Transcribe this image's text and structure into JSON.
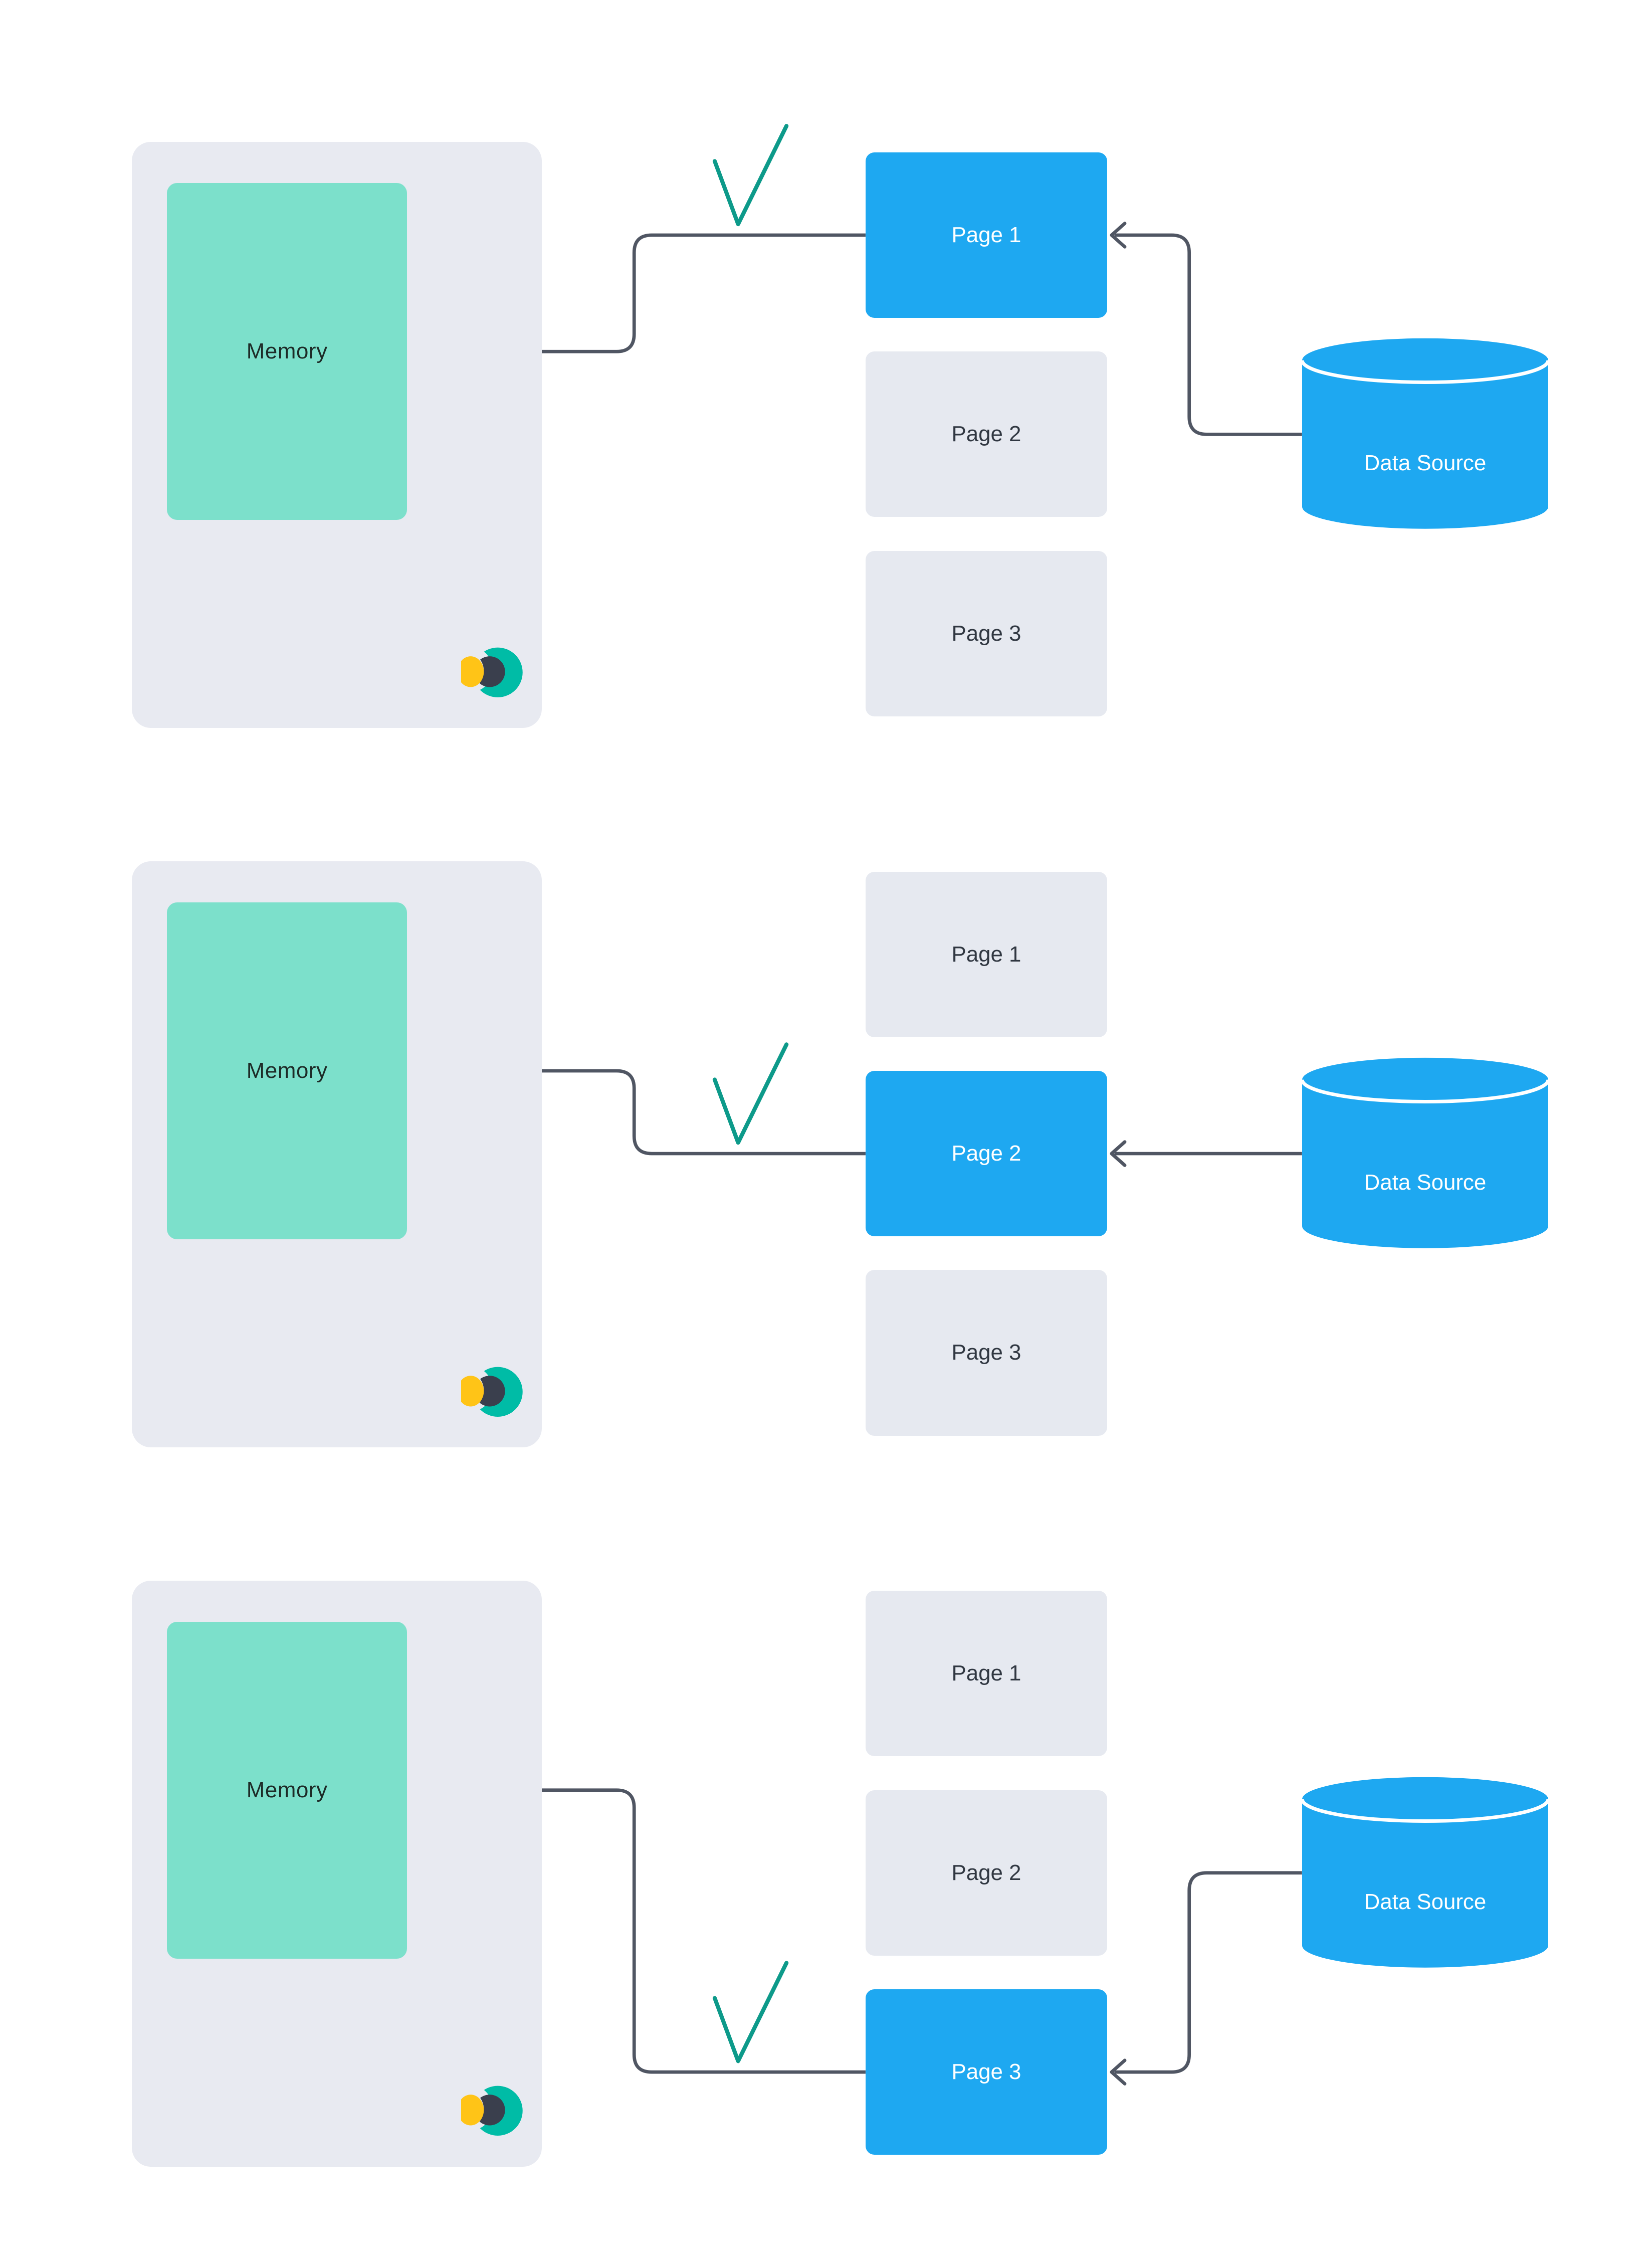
{
  "colors": {
    "canvas-bg": "#FFFFFF",
    "panel-bg": "#E8EAF1",
    "memory-fill": "#7CE0CB",
    "memory-text": "#1D2B27",
    "page-bg": "#E6E9F0",
    "page-text": "#303741",
    "accent-blue": "#1EA8F1",
    "text-light": "#FFFFFF",
    "arrow": "#505663",
    "check": "#0D9A8A",
    "logo-teal": "#00BCA6",
    "logo-dark": "#3A3F4D",
    "logo-yellow": "#FFC417"
  },
  "icons": {
    "logo": "crescent-eclipse-logo-icon",
    "data_source": "database-cylinder-icon",
    "loaded": "checkmark-icon",
    "flow": "arrow-left-icon"
  },
  "panels": [
    {
      "memory_label": "Memory",
      "pages": [
        "Page 1",
        "Page 2",
        "Page 3"
      ],
      "active_page": "Page 1",
      "data_source_label": "Data Source"
    },
    {
      "memory_label": "Memory",
      "pages": [
        "Page 1",
        "Page 2",
        "Page 3"
      ],
      "active_page": "Page 2",
      "data_source_label": "Data Source"
    },
    {
      "memory_label": "Memory",
      "pages": [
        "Page 1",
        "Page 2",
        "Page 3"
      ],
      "active_page": "Page 3",
      "data_source_label": "Data Source"
    }
  ]
}
